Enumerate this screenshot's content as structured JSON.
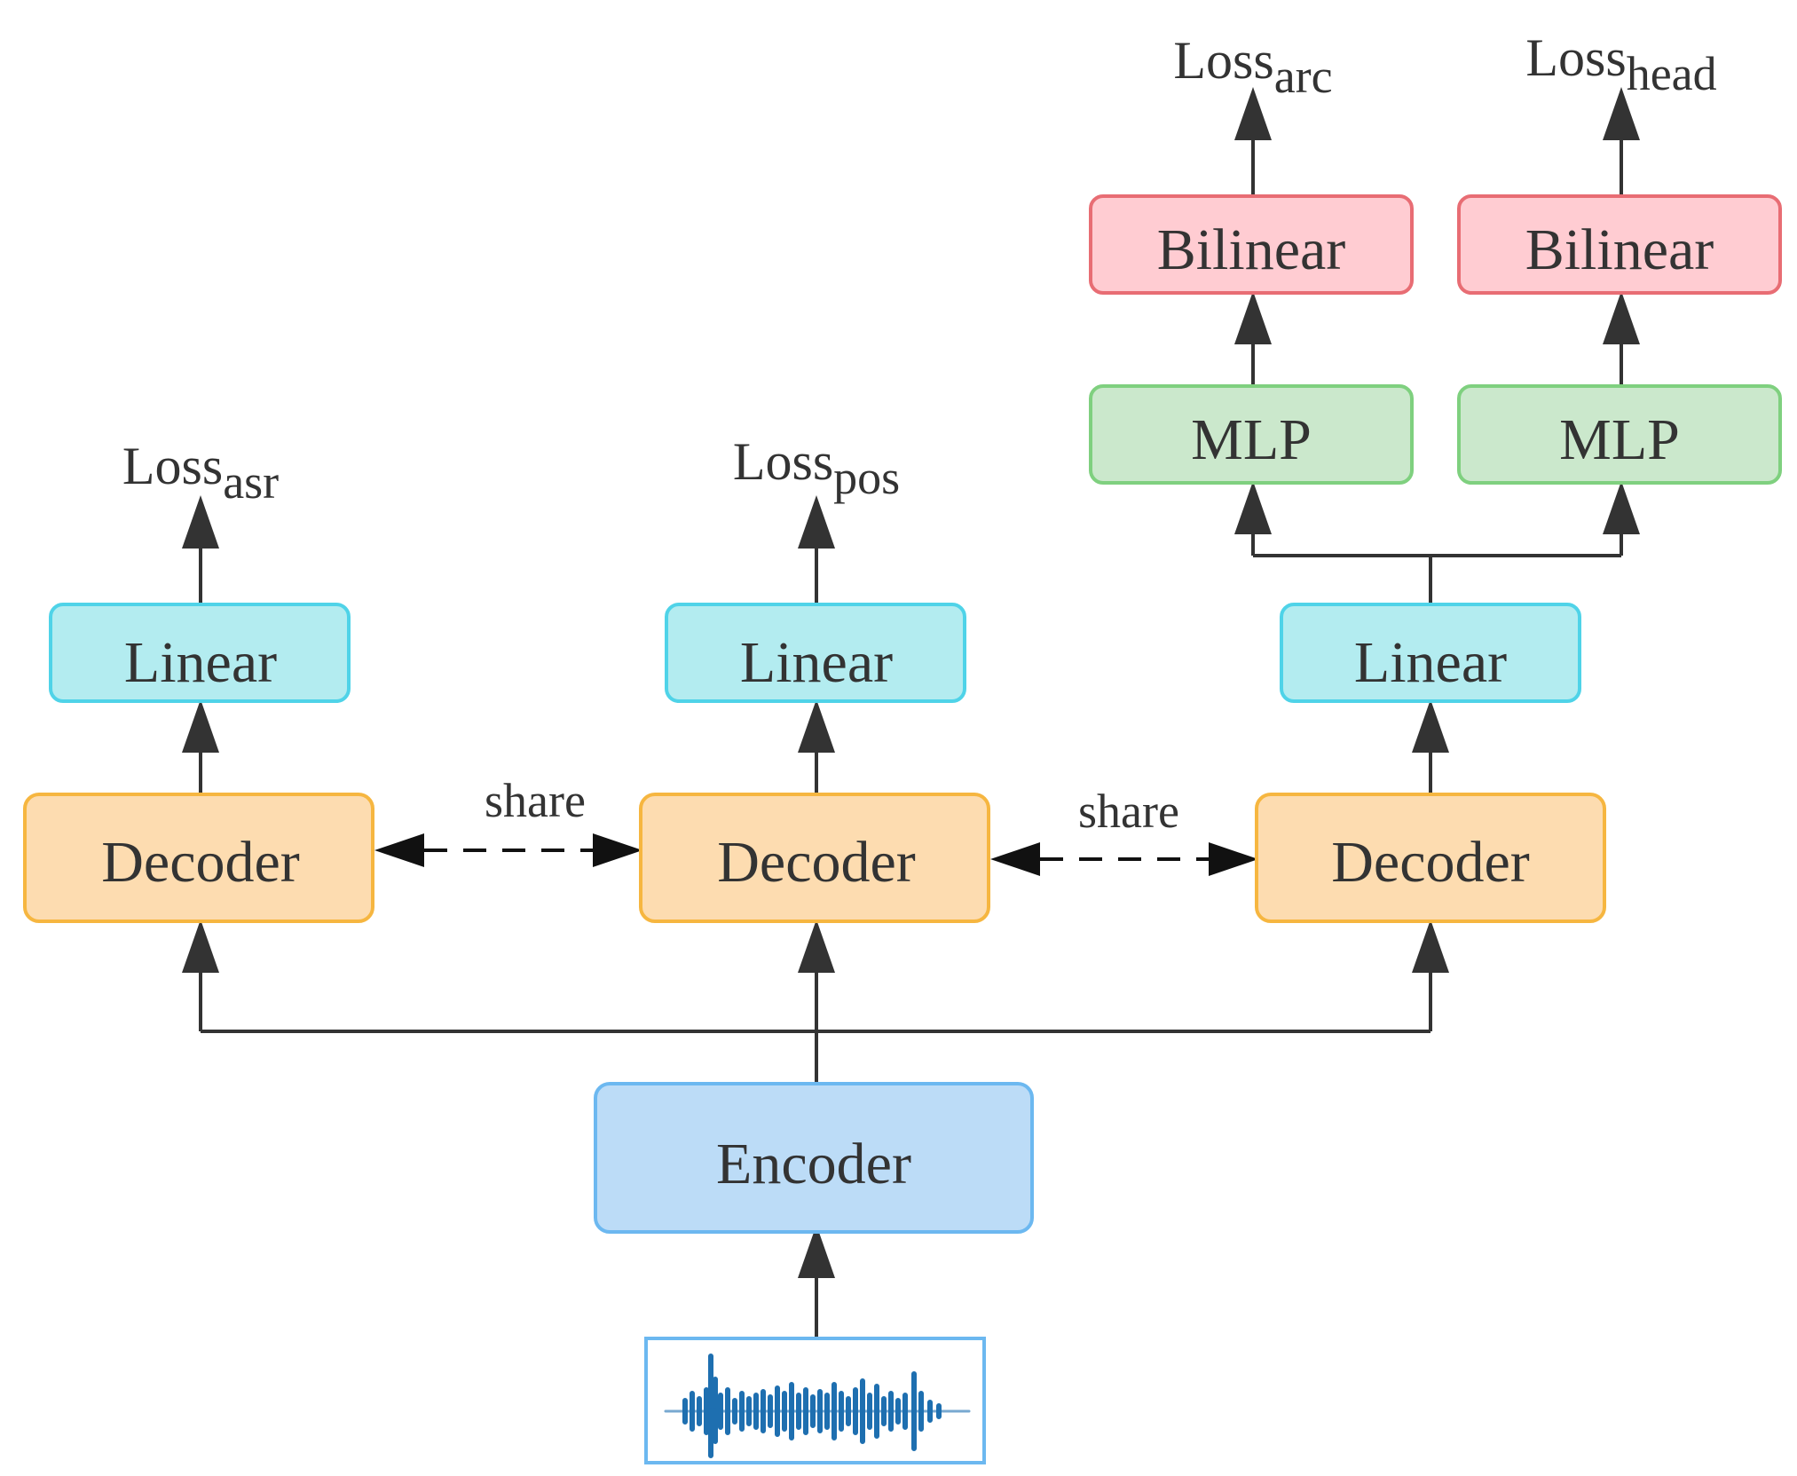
{
  "diagram": {
    "nodes": {
      "linear_asr": "Linear",
      "linear_pos": "Linear",
      "linear_dep": "Linear",
      "decoder_asr": "Decoder",
      "decoder_pos": "Decoder",
      "decoder_dep": "Decoder",
      "encoder": "Encoder",
      "mlp_arc": "MLP",
      "mlp_head": "MLP",
      "bilinear_arc": "Bilinear",
      "bilinear_head": "Bilinear"
    },
    "losses": {
      "asr": {
        "base": "Loss",
        "sub": "asr"
      },
      "pos": {
        "base": "Loss",
        "sub": "pos"
      },
      "arc": {
        "base": "Loss",
        "sub": "arc"
      },
      "head": {
        "base": "Loss",
        "sub": "head"
      }
    },
    "share_labels": {
      "left": "share",
      "right": "share"
    },
    "colors": {
      "linear_fill": "#b3ecf0",
      "linear_stroke": "#4fd3e8",
      "decoder_fill": "#fddcb0",
      "decoder_stroke": "#f6b640",
      "encoder_fill": "#bcdcf7",
      "encoder_stroke": "#6cb8f0",
      "mlp_fill": "#cbe8cc",
      "mlp_stroke": "#7fd07f",
      "bilinear_fill": "#ffccd2",
      "bilinear_stroke": "#e86d74",
      "waveform": "#1e6fb0",
      "waveform_frame": "#6cb8f0",
      "edge": "#333333"
    }
  }
}
